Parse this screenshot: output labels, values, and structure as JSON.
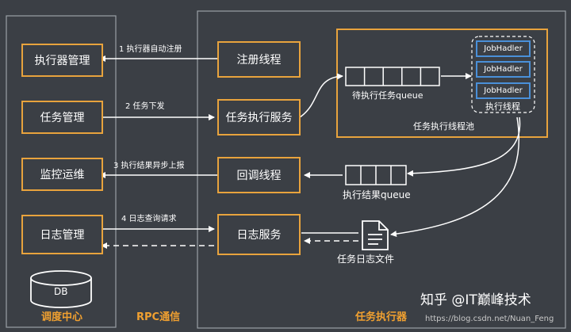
{
  "sections": {
    "dispatch_center": "调度中心",
    "rpc": "RPC通信",
    "executor": "任务执行器"
  },
  "left_boxes": [
    "执行器管理",
    "任务管理",
    "监控运维",
    "日志管理"
  ],
  "db_label": "DB",
  "right_boxes": [
    "注册线程",
    "任务执行服务",
    "回调线程",
    "日志服务"
  ],
  "arrows": {
    "register": "1 执行器自动注册",
    "dispatch": "2 任务下发",
    "report": "3 执行结果异步上报",
    "log_query": "4 日志查询请求"
  },
  "pool": {
    "queue_label": "待执行任务queue",
    "pool_label": "任务执行线程池",
    "job_handlers": [
      "JobHadler",
      "JobHadler",
      "JobHadler"
    ],
    "thread_label": "执行线程"
  },
  "result_queue_label": "执行结果queue",
  "log_file_label": "任务日志文件",
  "watermark": {
    "brand": "知乎 @IT巅峰技术",
    "url": "https://blog.csdn.net/Nuan_Feng"
  },
  "colors": {
    "background": "#3b3f45",
    "box_border": "#e8a33d",
    "job_border": "#4a90d9",
    "section_title": "#f0a030",
    "line": "#ffffff"
  }
}
